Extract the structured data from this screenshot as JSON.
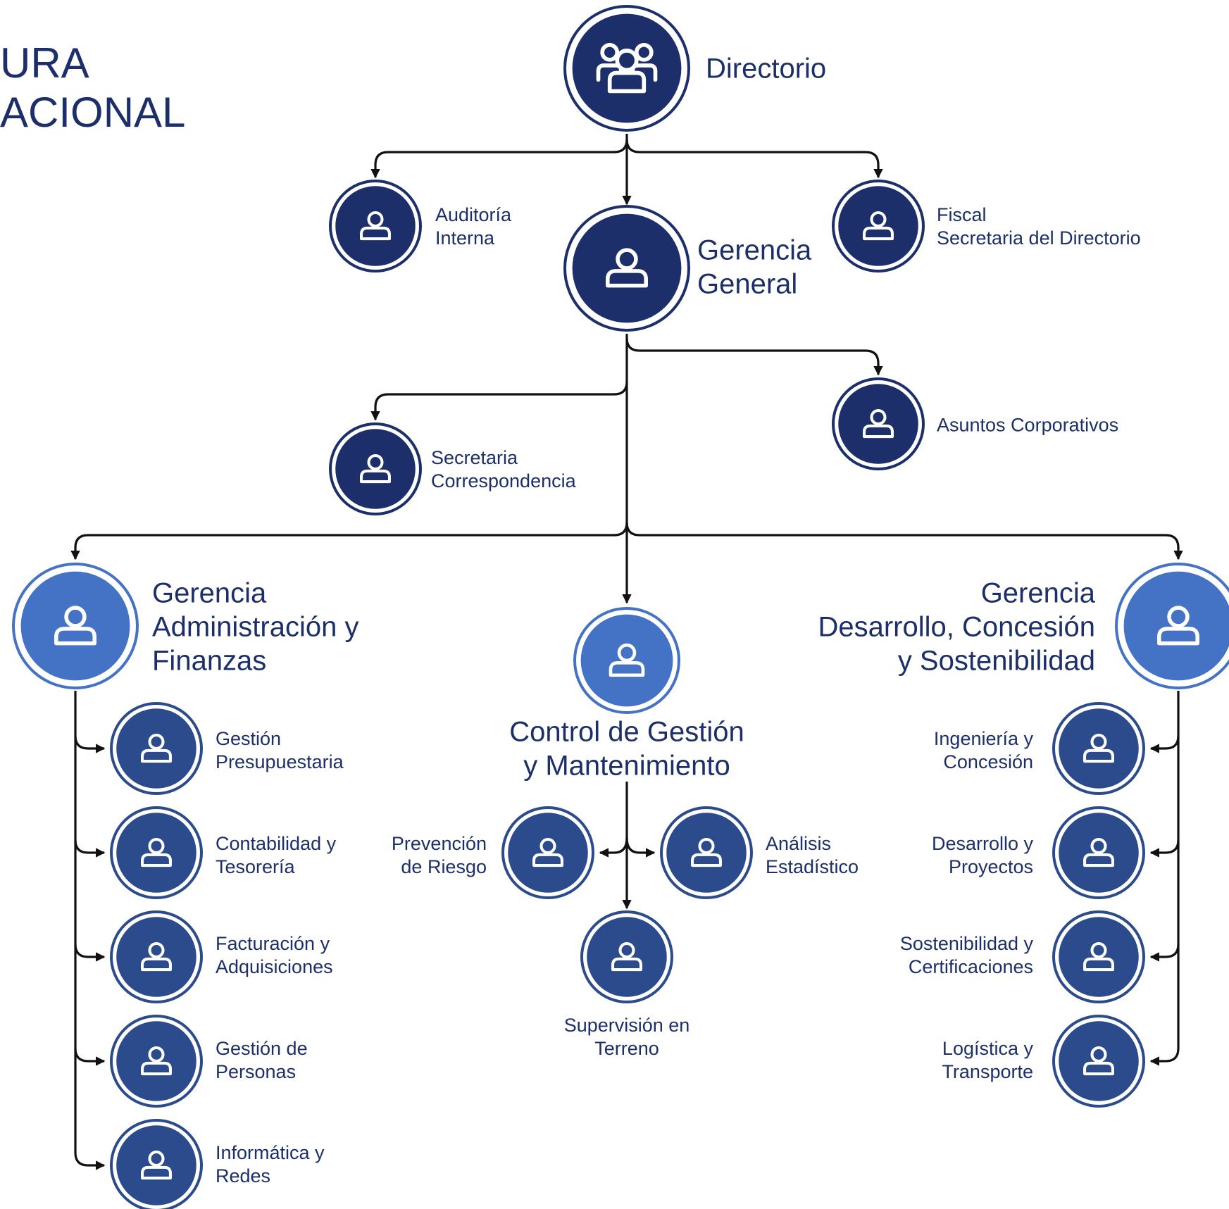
{
  "page_title": {
    "line1": "URA",
    "line2": "ACIONAL"
  },
  "colors": {
    "dark": "#1c2f6a",
    "mid": "#2c4b8c",
    "light": "#4472c4",
    "text": "#1c2f6a",
    "connector": "#111111"
  },
  "nodes": {
    "directorio": {
      "label": "Directorio",
      "icon": "group-icon"
    },
    "auditoria": {
      "label": [
        "Auditoría",
        "Interna"
      ],
      "icon": "person-icon"
    },
    "gerencia_general": {
      "label": [
        "Gerencia",
        "General"
      ],
      "icon": "person-icon"
    },
    "fiscal": {
      "label": [
        "Fiscal",
        "Secretaria del Directorio"
      ],
      "icon": "person-icon"
    },
    "asuntos": {
      "label": "Asuntos Corporativos",
      "icon": "person-icon"
    },
    "secretaria": {
      "label": [
        "Secretaria",
        "Correspondencia"
      ],
      "icon": "person-icon"
    },
    "gaf": {
      "label": [
        "Gerencia",
        "Administración y",
        "Finanzas"
      ],
      "icon": "person-icon"
    },
    "control": {
      "label": [
        "Control de Gestión",
        "y Mantenimiento"
      ],
      "icon": "person-icon"
    },
    "gdcs": {
      "label": [
        "Gerencia",
        "Desarrollo, Concesión",
        "y Sostenibilidad"
      ],
      "icon": "person-icon"
    },
    "gestion_presupuestaria": {
      "label": [
        "Gestión",
        "Presupuestaria"
      ],
      "icon": "person-icon"
    },
    "contabilidad": {
      "label": [
        "Contabilidad y",
        "Tesorería"
      ],
      "icon": "person-icon"
    },
    "facturacion": {
      "label": [
        "Facturación y",
        "Adquisiciones"
      ],
      "icon": "person-icon"
    },
    "gestion_personas": {
      "label": [
        "Gestión de",
        "Personas"
      ],
      "icon": "person-icon"
    },
    "informatica": {
      "label": [
        "Informática y",
        "Redes"
      ],
      "icon": "person-icon"
    },
    "prevencion": {
      "label": [
        "Prevención",
        "de Riesgo"
      ],
      "icon": "person-icon"
    },
    "analisis": {
      "label": [
        "Análisis",
        "Estadístico"
      ],
      "icon": "person-icon"
    },
    "supervision": {
      "label": [
        "Supervisión en",
        "Terreno"
      ],
      "icon": "person-icon"
    },
    "ingenieria": {
      "label": [
        "Ingeniería y",
        "Concesión"
      ],
      "icon": "person-icon"
    },
    "desarrollo": {
      "label": [
        "Desarrollo y",
        "Proyectos"
      ],
      "icon": "person-icon"
    },
    "sostenibilidad": {
      "label": [
        "Sostenibilidad y",
        "Certificaciones"
      ],
      "icon": "person-icon"
    },
    "logistica": {
      "label": [
        "Logística y",
        "Transporte"
      ],
      "icon": "person-icon"
    }
  }
}
